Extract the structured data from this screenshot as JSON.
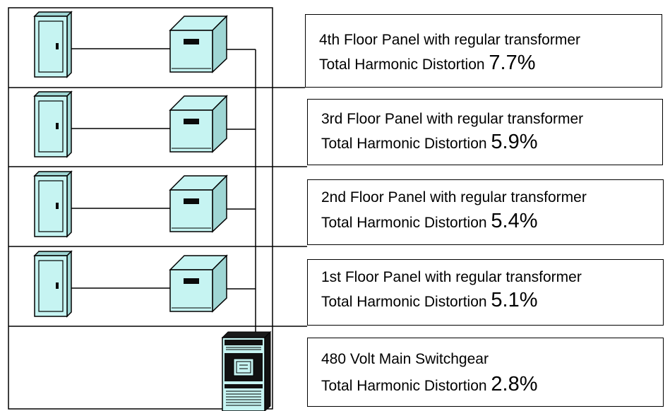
{
  "levels": [
    {
      "panel": "4th Floor Panel with regular transformer",
      "thd_label": "Total Harmonic Distortion ",
      "thd_value": "7.7%"
    },
    {
      "panel": "3rd Floor Panel with regular transformer",
      "thd_label": "Total Harmonic Distortion ",
      "thd_value": "5.9%"
    },
    {
      "panel": "2nd Floor Panel with regular transformer",
      "thd_label": "Total Harmonic Distortion ",
      "thd_value": "5.4%"
    },
    {
      "panel": "1st Floor Panel with regular transformer",
      "thd_label": "Total Harmonic Distortion ",
      "thd_value": "5.1%"
    },
    {
      "panel": "480 Volt Main Switchgear",
      "thd_label": "Total Harmonic Distortion ",
      "thd_value": "2.8%"
    }
  ],
  "colors": {
    "equipment_fill": "#c6f4f2",
    "equipment_side": "#9fd6d4",
    "equipment_dark": "#0a0a0a",
    "line": "#000000"
  },
  "icons": {
    "panel": "electrical-panel-icon",
    "transformer": "transformer-icon",
    "switchgear": "switchgear-icon"
  }
}
